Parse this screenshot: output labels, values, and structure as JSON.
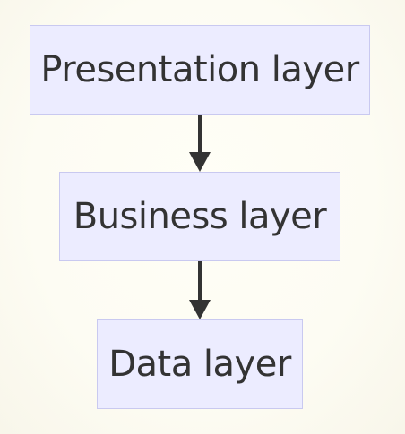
{
  "nodes": {
    "presentation": {
      "label": "Presentation layer"
    },
    "business": {
      "label": "Business layer"
    },
    "data": {
      "label": "Data layer"
    }
  },
  "edges": [
    {
      "from": "presentation",
      "to": "business"
    },
    {
      "from": "business",
      "to": "data"
    }
  ],
  "colors": {
    "node_fill": "#ececff",
    "node_border": "#c9c9f0",
    "text": "#333333",
    "edge": "#333333"
  }
}
